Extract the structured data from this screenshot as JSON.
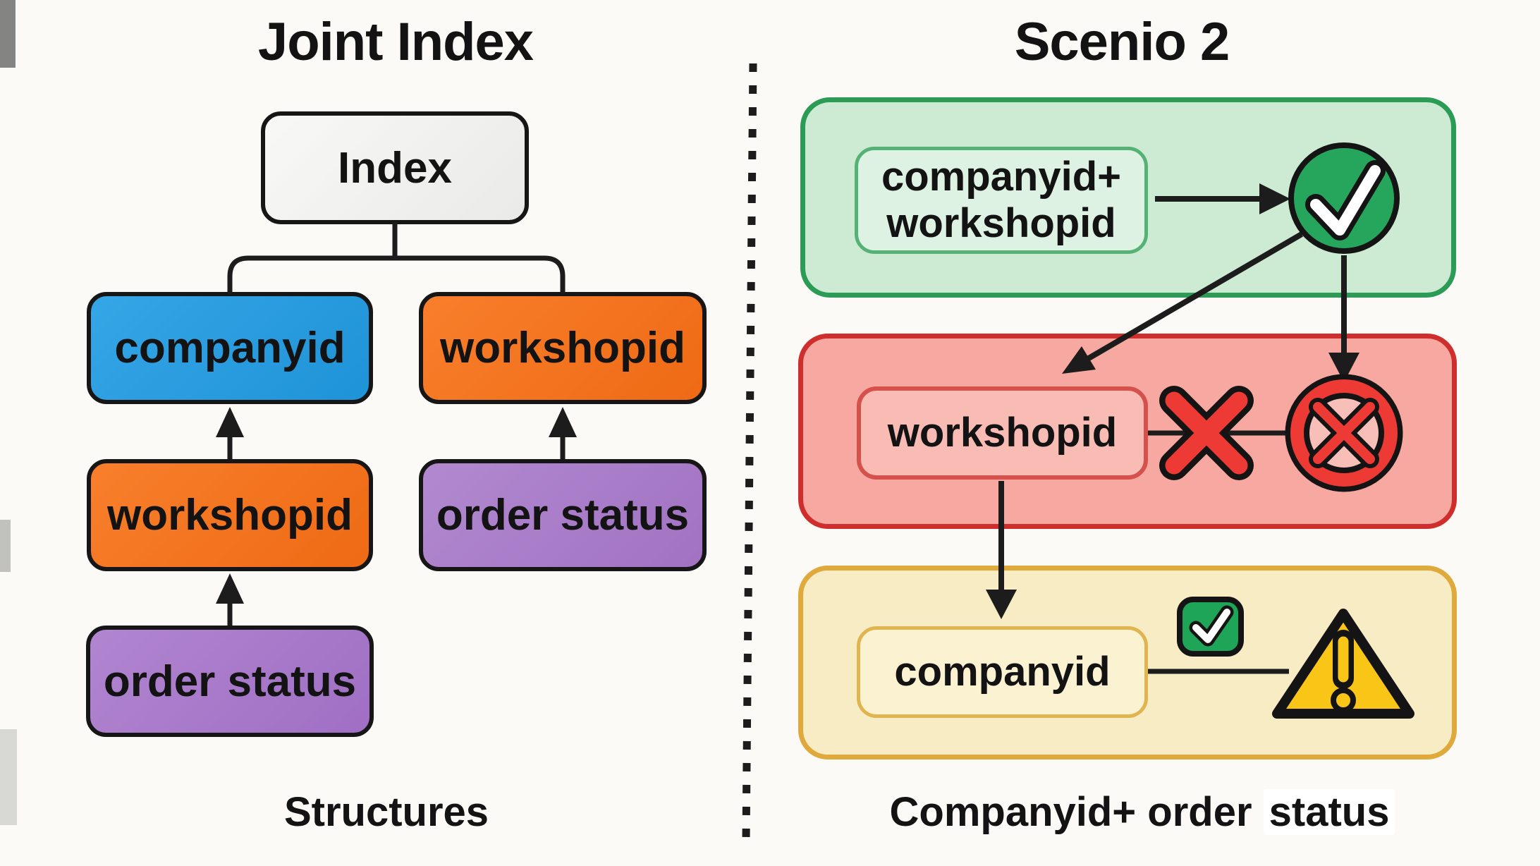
{
  "left_panel": {
    "title": "Joint Index",
    "caption": "Structures",
    "index_label": "Index",
    "companyid_label": "companyid",
    "workshopid_right_label": "workshopid",
    "workshopid_left_label": "workshopid",
    "order_status_right_label": "order status",
    "order_status_bottom_label": "order status"
  },
  "right_panel": {
    "title": "Scenio 2",
    "caption_lead": "Companyid+ order ",
    "caption_highlight": "status",
    "green_row": {
      "box_line1": "companyid+",
      "box_line2": "workshopid",
      "result_icon": "check-circle"
    },
    "red_row": {
      "box_label": "workshopid",
      "result_icons": [
        "x-mark",
        "no-entry-circle"
      ]
    },
    "yellow_row": {
      "box_label": "companyid",
      "result_icons": [
        "check-badge",
        "warning-triangle"
      ]
    }
  },
  "colors": {
    "background": "#fbfaf6",
    "node_blue": "#2a9ee2",
    "node_orange": "#f5741e",
    "node_purple": "#ab7cca",
    "node_index_gray": "#f0f0ee",
    "green_panel_fill": "#cdebd3",
    "green_panel_border": "#2b9b55",
    "red_panel_fill": "#f6a8a1",
    "red_panel_border": "#cf2f2c",
    "yellow_panel_fill": "#f8ecc5",
    "yellow_panel_border": "#dfa93c",
    "success_green": "#1ea558",
    "error_red": "#ee3a34",
    "warning_yellow": "#f9c517",
    "line_black": "#1c1c1c"
  }
}
